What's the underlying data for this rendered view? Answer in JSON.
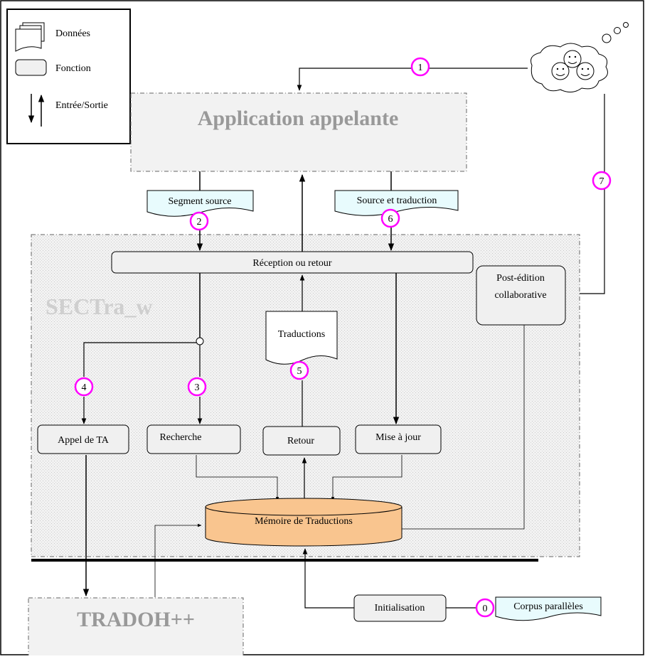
{
  "legend": {
    "data_label": "Données",
    "function_label": "Fonction",
    "io_label": "Entrée/Sortie"
  },
  "app": {
    "title": "Application appelante"
  },
  "system": {
    "title": "SECTra_w"
  },
  "external_system": {
    "title": "TRADOH++"
  },
  "documents": {
    "segment_source": "Segment source",
    "source_translation": "Source et traduction",
    "translations": "Traductions",
    "parallel_corpus": "Corpus parallèles"
  },
  "functions": {
    "reception": "Réception ou retour",
    "post_edition_line1": "Post-édition",
    "post_edition_line2": "collaborative",
    "mt_call": "Appel de TA",
    "search": "Recherche",
    "return": "Retour",
    "update": "Mise à jour",
    "initialisation": "Initialisation"
  },
  "database": {
    "label": "Mémoire de Traductions"
  },
  "steps": {
    "s0": "0",
    "s1": "1",
    "s2": "2",
    "s3": "3",
    "s4": "4",
    "s5": "5",
    "s6": "6",
    "s7": "7"
  },
  "colors": {
    "step_circle": "#ff00ff",
    "doc_fill": "#e8fbfd",
    "function_fill": "#f0f0f0",
    "database_fill": "#f9c58f",
    "title_gray": "#999999"
  }
}
